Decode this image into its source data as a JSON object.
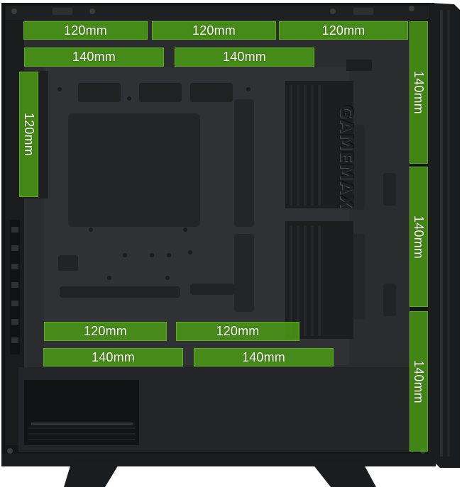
{
  "product": {
    "brand_text": "GAMEMAX"
  },
  "top_mounts": [
    {
      "label": "120mm"
    },
    {
      "label": "120mm"
    },
    {
      "label": "120mm"
    }
  ],
  "top_inner_mounts": [
    {
      "label": "140mm"
    },
    {
      "label": "140mm"
    }
  ],
  "rear_mount": {
    "label": "120mm"
  },
  "front_mounts": [
    {
      "label": "140mm"
    },
    {
      "label": "140mm"
    },
    {
      "label": "140mm"
    }
  ],
  "bottom_mounts_120": [
    {
      "label": "120mm"
    },
    {
      "label": "120mm"
    }
  ],
  "bottom_mounts_140": [
    {
      "label": "140mm"
    },
    {
      "label": "140mm"
    }
  ],
  "colors": {
    "case_body": "#2b2d30",
    "case_frame": "#151617",
    "highlight": "#4ca014"
  }
}
